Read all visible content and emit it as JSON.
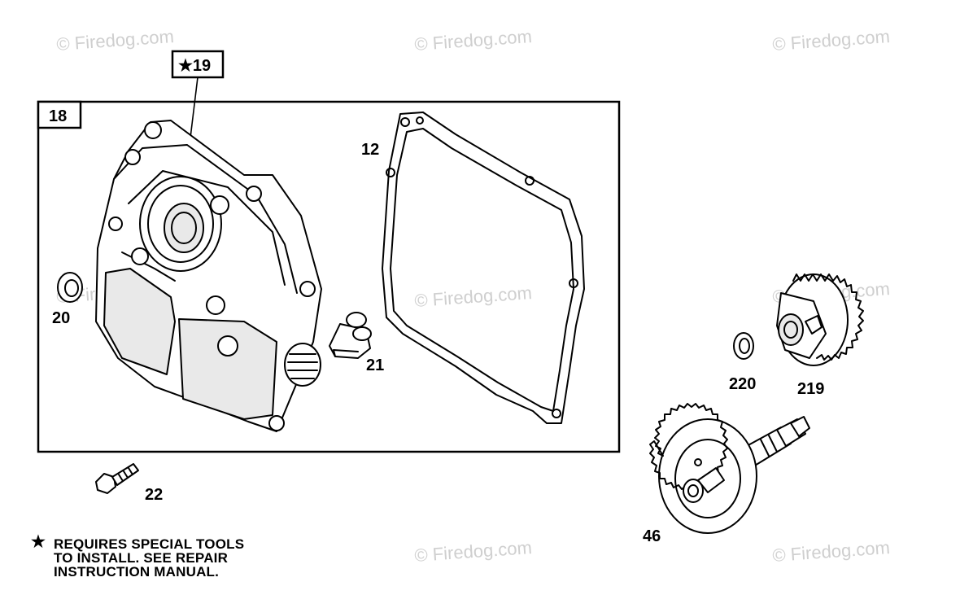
{
  "watermark": "© Firedog.com",
  "assembly_label": "18",
  "callouts": {
    "seal_special": "★19",
    "gasket": "12",
    "seal_small": "20",
    "breather_plug": "21",
    "bolt": "22",
    "washer": "220",
    "governor_gear": "219",
    "camshaft": "46"
  },
  "note": {
    "star": "★",
    "line1": "REQUIRES SPECIAL TOOLS",
    "line2": "TO INSTALL.  SEE REPAIR",
    "line3": "INSTRUCTION MANUAL."
  },
  "icons": {
    "star": "star-icon"
  }
}
